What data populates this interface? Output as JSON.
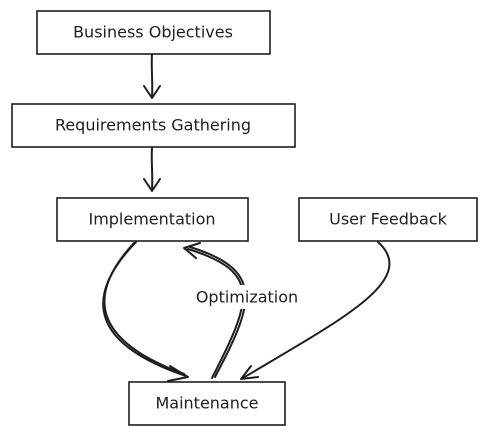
{
  "nodes": {
    "business_objectives": "Business Objectives",
    "requirements_gathering": "Requirements Gathering",
    "implementation": "Implementation",
    "user_feedback": "User Feedback",
    "maintenance": "Maintenance"
  },
  "edges": {
    "maintenance_to_implementation_label": "Optimization"
  },
  "colors": {
    "stroke": "#1e1e1e",
    "background": "#ffffff"
  }
}
